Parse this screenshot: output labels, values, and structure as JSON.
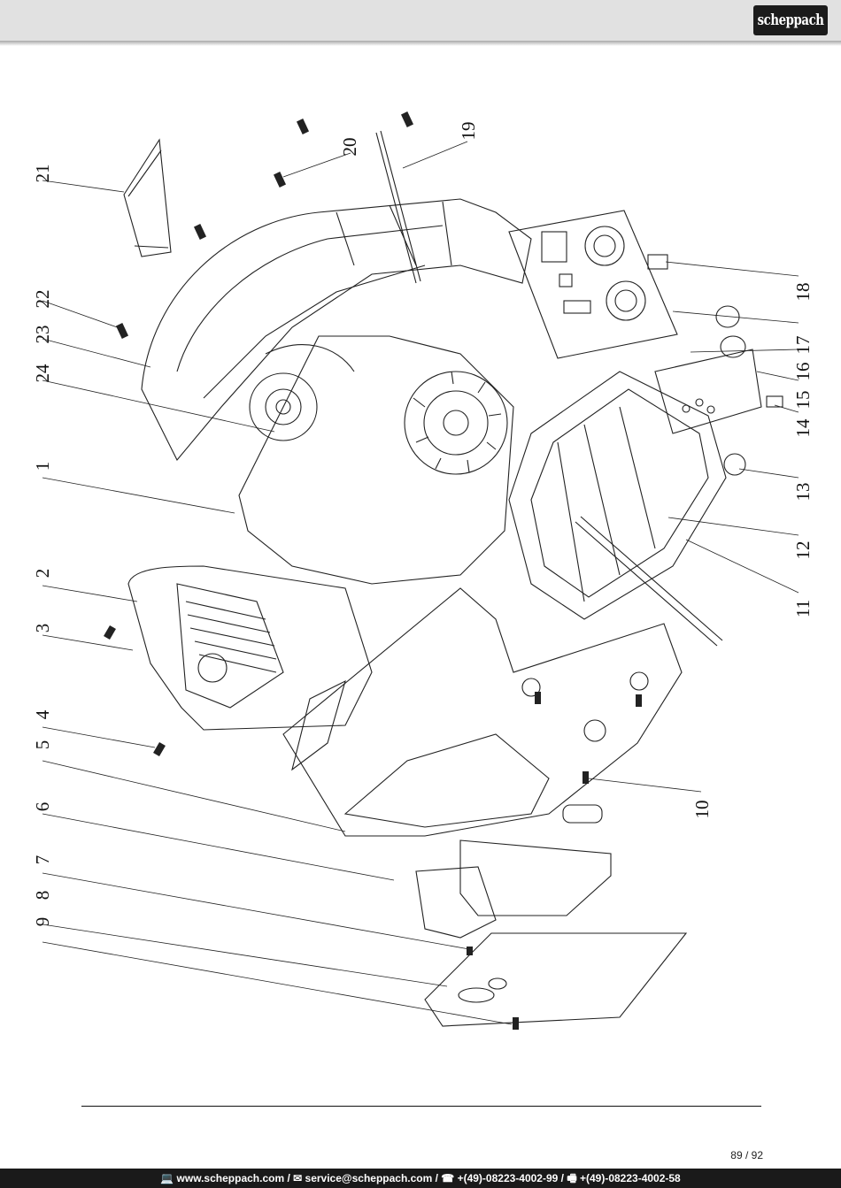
{
  "brand": {
    "logo_text": "scheppach"
  },
  "diagram": {
    "part_numbers": [
      "1",
      "2",
      "3",
      "4",
      "5",
      "6",
      "7",
      "8",
      "9",
      "10",
      "11",
      "12",
      "13",
      "14",
      "15",
      "16",
      "17",
      "18",
      "19",
      "20",
      "21",
      "22",
      "23",
      "24"
    ]
  },
  "page": {
    "number": "89 / 92"
  },
  "footer": {
    "contact": "💻 www.scheppach.com / ✉ service@scheppach.com / ☎ +(49)-08223-4002-99 / 🖷 +(49)-08223-4002-58"
  }
}
